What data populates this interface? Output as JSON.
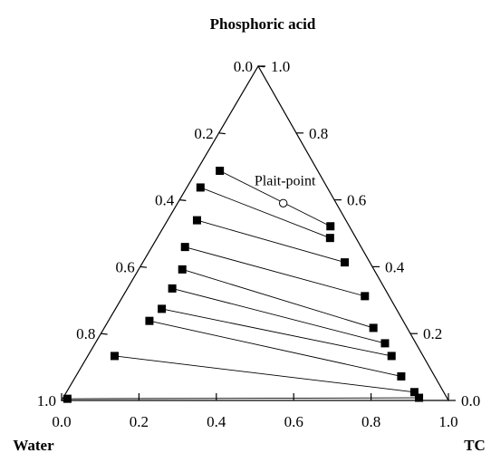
{
  "chart_data": {
    "type": "scatter",
    "subtype": "ternary",
    "vertex_labels": {
      "top": "Phosphoric acid",
      "left": "Water",
      "right": "TC"
    },
    "axes": {
      "bottom": {
        "ticks": [
          "0.0",
          "0.2",
          "0.4",
          "0.6",
          "0.8",
          "1.0"
        ],
        "values": [
          0,
          0.2,
          0.4,
          0.6,
          0.8,
          1.0
        ]
      },
      "left": {
        "ticks": [
          "0.0",
          "0.2",
          "0.4",
          "0.6",
          "0.8",
          "1.0"
        ],
        "values": [
          0,
          0.2,
          0.4,
          0.6,
          0.8,
          1.0
        ]
      },
      "right": {
        "ticks": [
          "1.0",
          "0.8",
          "0.6",
          "0.4",
          "0.2",
          "0.0"
        ],
        "values": [
          1.0,
          0.8,
          0.6,
          0.4,
          0.2,
          0
        ]
      }
    },
    "tie_lines": [
      {
        "left": {
          "x": 0.015,
          "y": 0.005
        },
        "right": {
          "x": 0.924,
          "y": 0.008
        }
      },
      {
        "left": {
          "x": 0.137,
          "y": 0.133
        },
        "right": {
          "x": 0.912,
          "y": 0.025
        }
      },
      {
        "left": {
          "x": 0.227,
          "y": 0.238
        },
        "right": {
          "x": 0.878,
          "y": 0.072
        }
      },
      {
        "left": {
          "x": 0.259,
          "y": 0.274
        },
        "right": {
          "x": 0.853,
          "y": 0.133
        }
      },
      {
        "left": {
          "x": 0.286,
          "y": 0.335
        },
        "right": {
          "x": 0.836,
          "y": 0.171
        }
      },
      {
        "left": {
          "x": 0.312,
          "y": 0.392
        },
        "right": {
          "x": 0.806,
          "y": 0.217
        }
      },
      {
        "left": {
          "x": 0.319,
          "y": 0.459
        },
        "right": {
          "x": 0.784,
          "y": 0.312
        }
      },
      {
        "left": {
          "x": 0.35,
          "y": 0.539
        },
        "right": {
          "x": 0.732,
          "y": 0.413
        }
      },
      {
        "left": {
          "x": 0.359,
          "y": 0.637
        },
        "right": {
          "x": 0.694,
          "y": 0.486
        }
      },
      {
        "left": {
          "x": 0.409,
          "y": 0.687
        },
        "right": {
          "x": 0.695,
          "y": 0.521
        }
      }
    ],
    "plait_point": {
      "x": 0.573,
      "y": 0.59,
      "label": "Plait-point"
    }
  }
}
